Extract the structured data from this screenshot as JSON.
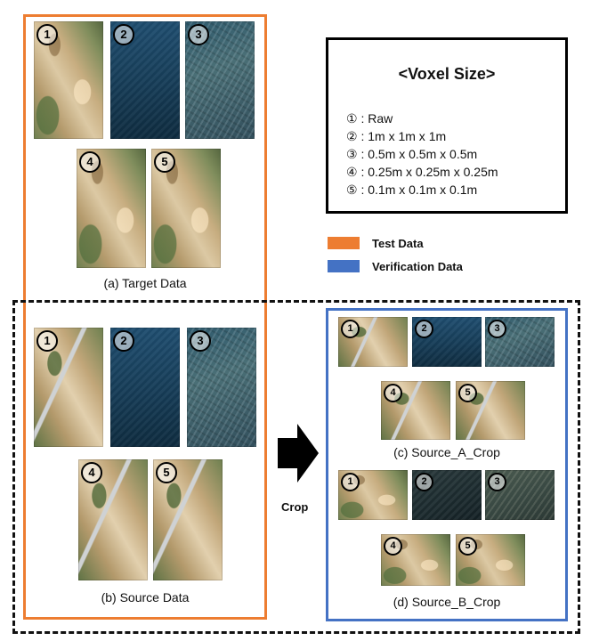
{
  "legend": {
    "title": "<Voxel Size>",
    "items": [
      {
        "marker": "①",
        "text": ": Raw"
      },
      {
        "marker": "②",
        "text": ": 1m x 1m x 1m"
      },
      {
        "marker": "③",
        "text": ": 0.5m x 0.5m x 0.5m"
      },
      {
        "marker": "④",
        "text": ": 0.25m x 0.25m x 0.25m"
      },
      {
        "marker": "⑤",
        "text": ": 0.1m x 0.1m x 0.1m"
      }
    ]
  },
  "key": {
    "test": {
      "label": "Test Data",
      "color": "#ED7D31"
    },
    "verification": {
      "label": "Verification Data",
      "color": "#4472C4"
    }
  },
  "panels": {
    "target": {
      "caption": "(a) Target Data"
    },
    "source": {
      "caption": "(b) Source Data"
    },
    "source_a": {
      "caption": "(c) Source_A_Crop"
    },
    "source_b": {
      "caption": "(d) Source_B_Crop"
    }
  },
  "markers": [
    "1",
    "2",
    "3",
    "4",
    "5"
  ],
  "arrow": {
    "label": "Crop"
  }
}
